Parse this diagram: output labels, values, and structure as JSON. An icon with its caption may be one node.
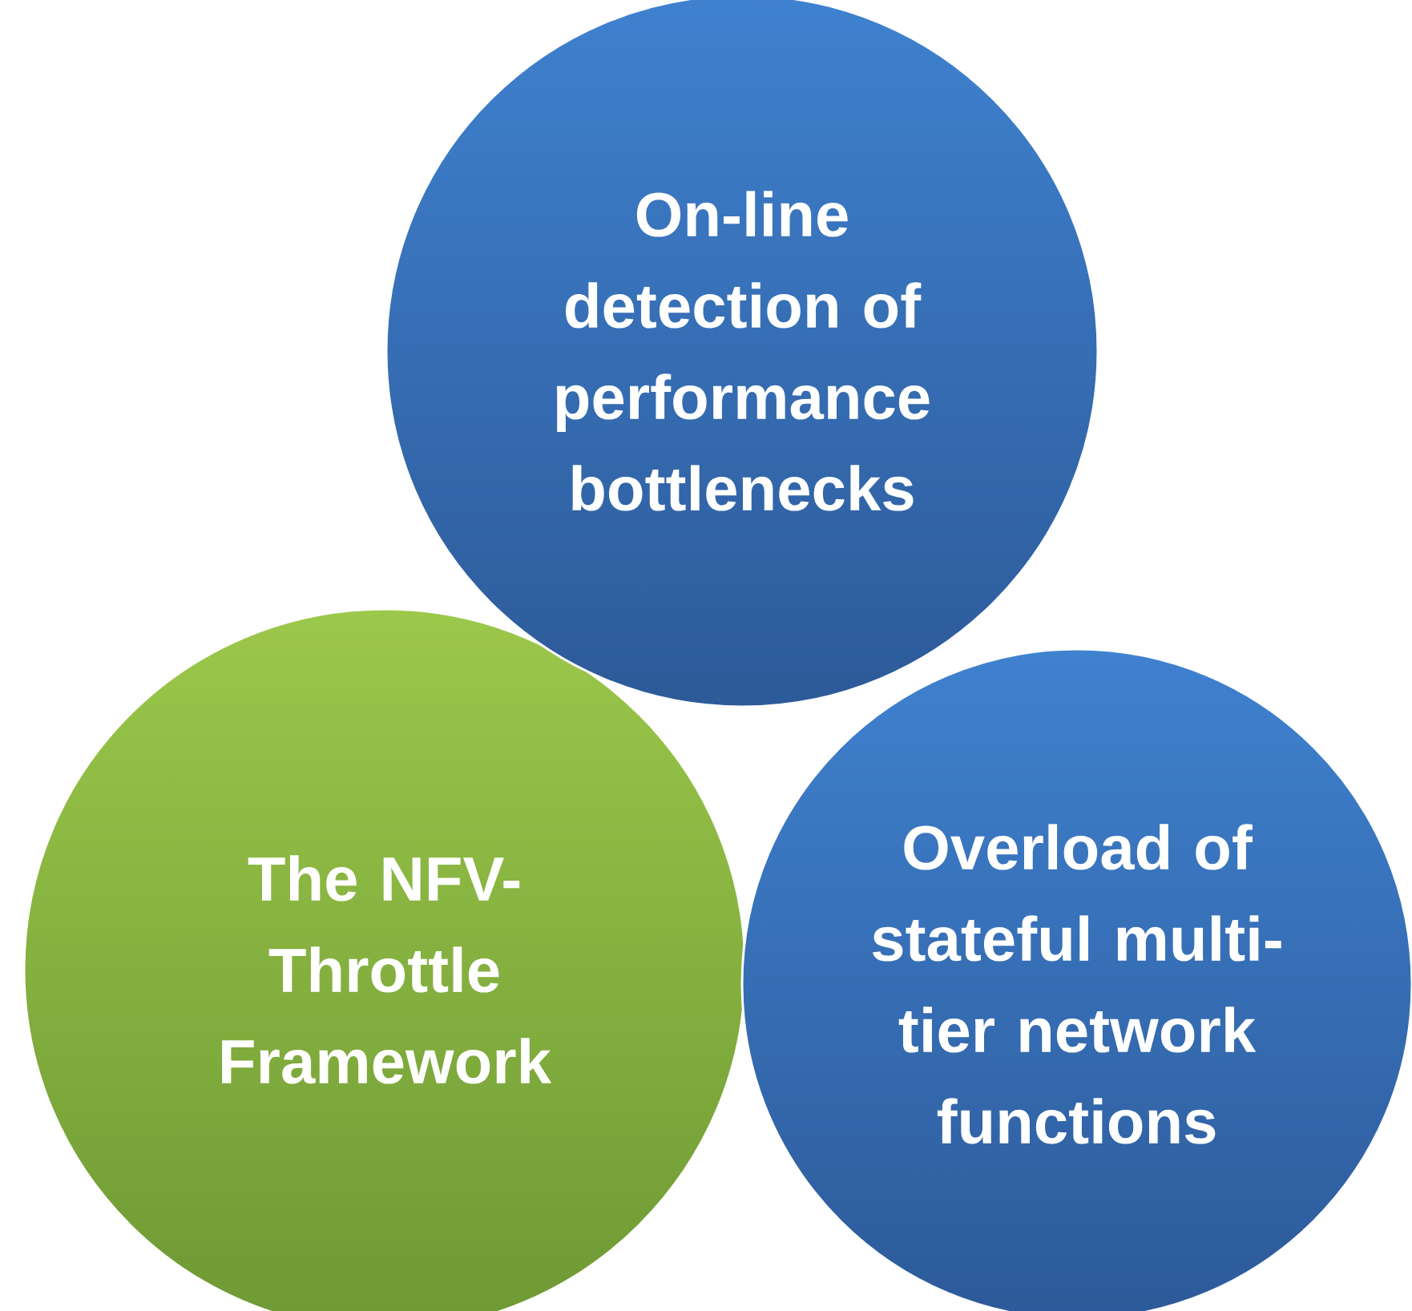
{
  "diagram": {
    "nodes": [
      {
        "text": [
          "On-line detection of performance bottlenecks"
        ]
      },
      {
        "text": [
          "The NFV-Throttle Framework"
        ]
      },
      {
        "text": [
          "Overload of stateful multi-tier network functions"
        ]
      }
    ]
  }
}
